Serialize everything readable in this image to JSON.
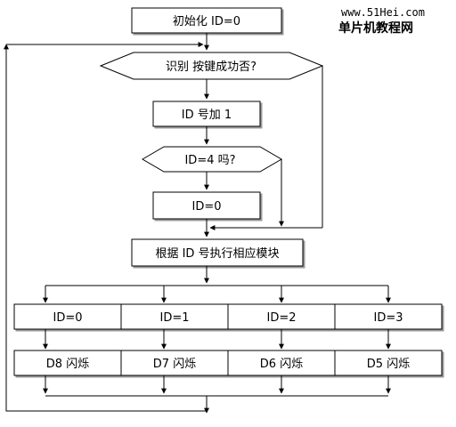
{
  "watermark": {
    "url": "www.51Hei.com",
    "site_name": "单片机教程网"
  },
  "nodes": {
    "init": "初始化 ID=0",
    "identify": "识别    按键成功否?",
    "id_add": "ID 号加 1",
    "id_check": "ID=4 吗?",
    "id_reset": "ID=0",
    "dispatch": "根据 ID 号执行相应模块"
  },
  "branches": [
    {
      "case_label": "ID=0",
      "action_label": "D8  闪烁"
    },
    {
      "case_label": "ID=1",
      "action_label": "D7 闪烁"
    },
    {
      "case_label": "ID=2",
      "action_label": "D6  闪烁"
    },
    {
      "case_label": "ID=3",
      "action_label": "D5 闪烁"
    }
  ]
}
